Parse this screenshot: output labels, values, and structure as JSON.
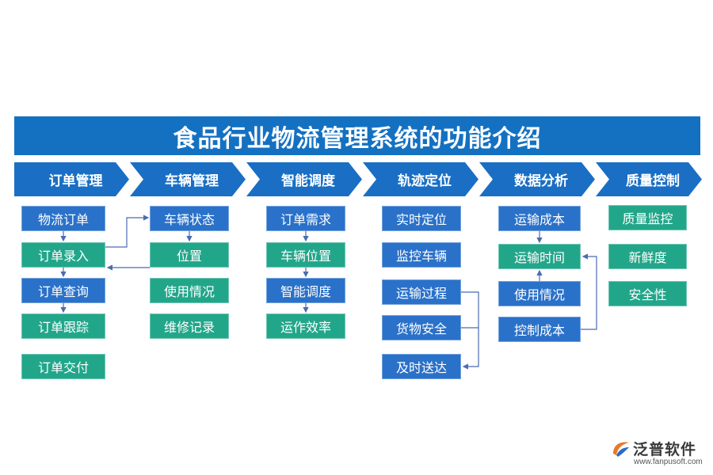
{
  "title": "食品行业物流管理系统的功能介绍",
  "colors": {
    "title_bg": "#1471c2",
    "category_bg": "#1a6fc4",
    "box_blue": "#2a71c9",
    "box_teal": "#22a68a",
    "connector": "#4c6bb0"
  },
  "columns": [
    {
      "label": "订单管理",
      "items": [
        "物流订单",
        "订单录入",
        "订单查询",
        "订单跟踪",
        "订单交付"
      ]
    },
    {
      "label": "车辆管理",
      "items": [
        "车辆状态",
        "位置",
        "使用情况",
        "维修记录"
      ]
    },
    {
      "label": "智能调度",
      "items": [
        "订单需求",
        "车辆位置",
        "智能调度",
        "运作效率"
      ]
    },
    {
      "label": "轨迹定位",
      "items": [
        "实时定位",
        "监控车辆",
        "运输过程",
        "货物安全",
        "及时送达"
      ]
    },
    {
      "label": "数据分析",
      "items": [
        "运输成本",
        "运输时间",
        "使用情况",
        "控制成本"
      ]
    },
    {
      "label": "质量控制",
      "items": [
        "质量监控",
        "新鲜度",
        "安全性"
      ]
    }
  ],
  "logo": {
    "name": "泛普软件",
    "url": "www.fanpusoft.com",
    "icon": "fanpu-logo-icon"
  }
}
